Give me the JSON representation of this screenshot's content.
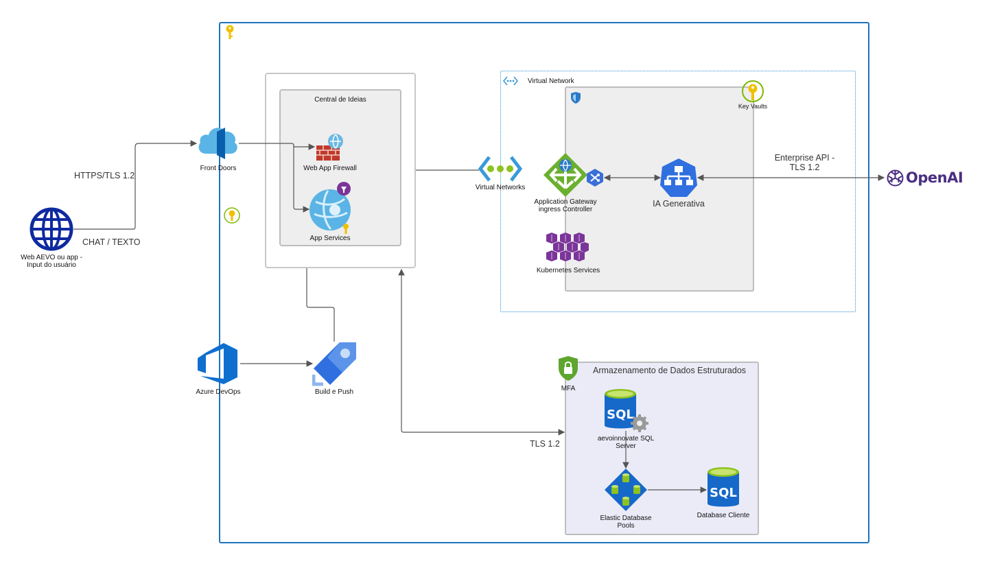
{
  "nodes": {
    "web_user": "Web AEVO ou app - Input do usuário",
    "front_doors": "Front Doors",
    "waf": "Web App Firewall",
    "app_services": "App Services",
    "central_ideias": "Central de Ideias",
    "virtual_networks": "Virtual Networks",
    "virtual_network_group": "Virtual Network",
    "key_vaults": "Key Vaults",
    "app_gateway": "Application Gateway ingress Controller",
    "ia_generativa": "IA Generativa",
    "kubernetes": "Kubernetes Services",
    "openai": "OpenAI",
    "azure_devops": "Azure DevOps",
    "build_push": "Build e Push",
    "mfa": "MFA",
    "armazenamento": "Armazenamento de Dados Estruturados",
    "sql_server": "aevoinnovate SQL Server",
    "elastic_pools": "Elastic Database Pools",
    "database_cliente": "Database Cliente"
  },
  "edge_labels": {
    "https": "HTTPS/TLS 1.2",
    "chat": "CHAT / TEXTO",
    "enterprise_api": "Enterprise API  - TLS 1.2",
    "tls": "TLS 1.2"
  },
  "icons": [
    "globe-icon",
    "cloud-front-door-icon",
    "firewall-icon",
    "app-service-icon",
    "key-icon",
    "network-icon",
    "app-gateway-icon",
    "load-balancer-icon",
    "hierarchy-icon",
    "kubernetes-icon",
    "openai-logo-icon",
    "azure-devops-icon",
    "rocket-pipeline-icon",
    "shield-lock-icon",
    "sql-server-icon",
    "elastic-pool-icon",
    "sql-database-icon"
  ],
  "colors": {
    "outer_border": "#1e73be",
    "vnet_border": "#2b8fd6",
    "group_border": "#bbbbbb",
    "group_fill": "#eeeeee",
    "storage_fill": "#ebebf8",
    "line": "#555555",
    "openai": "#4b2e83"
  }
}
